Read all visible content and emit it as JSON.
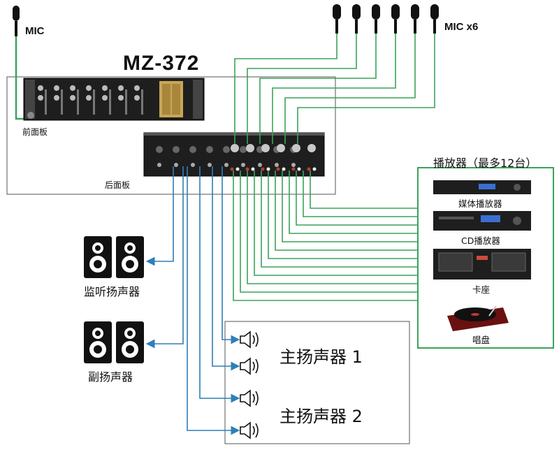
{
  "model_title": "MZ-372",
  "mic_single_label": "MIC",
  "mic_multi_label": "MIC x6",
  "front_panel_label": "前面板",
  "rear_panel_label": "后面板",
  "players_heading": "播放器（最多12台）",
  "players": [
    {
      "label": "媒体播放器",
      "icon": "media-player-icon"
    },
    {
      "label": "CD播放器",
      "icon": "cd-player-icon"
    },
    {
      "label": "卡座",
      "icon": "cassette-deck-icon"
    },
    {
      "label": "唱盘",
      "icon": "turntable-icon"
    }
  ],
  "monitor_speakers_label": "监听扬声器",
  "sub_speakers_label": "副扬声器",
  "main_speakers_1_label": "主扬声器 1",
  "main_speakers_2_label": "主扬声器 2",
  "mic_count": 6,
  "colors": {
    "mic_lines": "#3aa35a",
    "player_lines": "#3aa35a",
    "speaker_lines": "#2f7fb8"
  }
}
